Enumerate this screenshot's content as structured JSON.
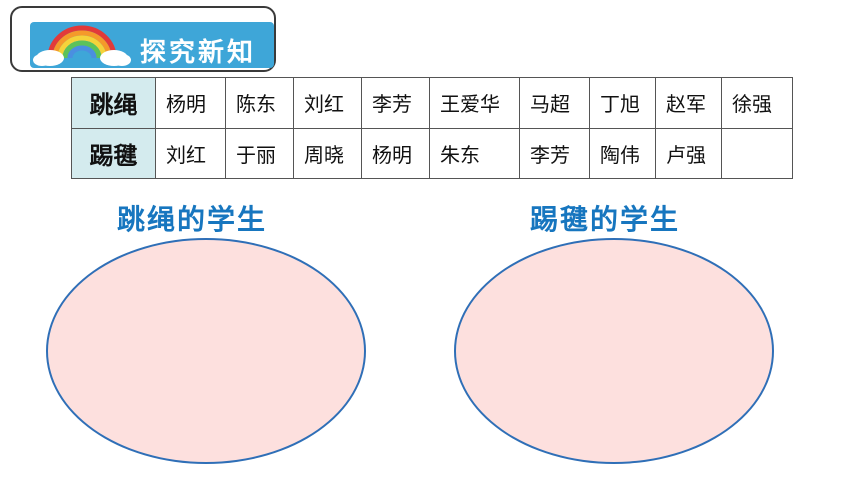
{
  "badge": {
    "text": "探究新知",
    "icon": "rainbow-cloud-icon",
    "accent": "#3ea6d8"
  },
  "table": {
    "rows": [
      {
        "header": "跳绳",
        "names": [
          "杨明",
          "陈东",
          "刘红",
          "李芳",
          "王爱华",
          "马超",
          "丁旭",
          "赵军",
          "徐强"
        ]
      },
      {
        "header": "踢毽",
        "names": [
          "刘红",
          "于丽",
          "周晓",
          "杨明",
          "朱东",
          "李芳",
          "陶伟",
          "卢强",
          ""
        ]
      }
    ],
    "header_bg": "#d4ebee"
  },
  "groups": {
    "left_caption": "跳绳的学生",
    "right_caption": "踢毽的学生",
    "caption_color": "#1776bf",
    "ellipse_fill": "#fde0de",
    "ellipse_border": "#2f6fb7"
  }
}
